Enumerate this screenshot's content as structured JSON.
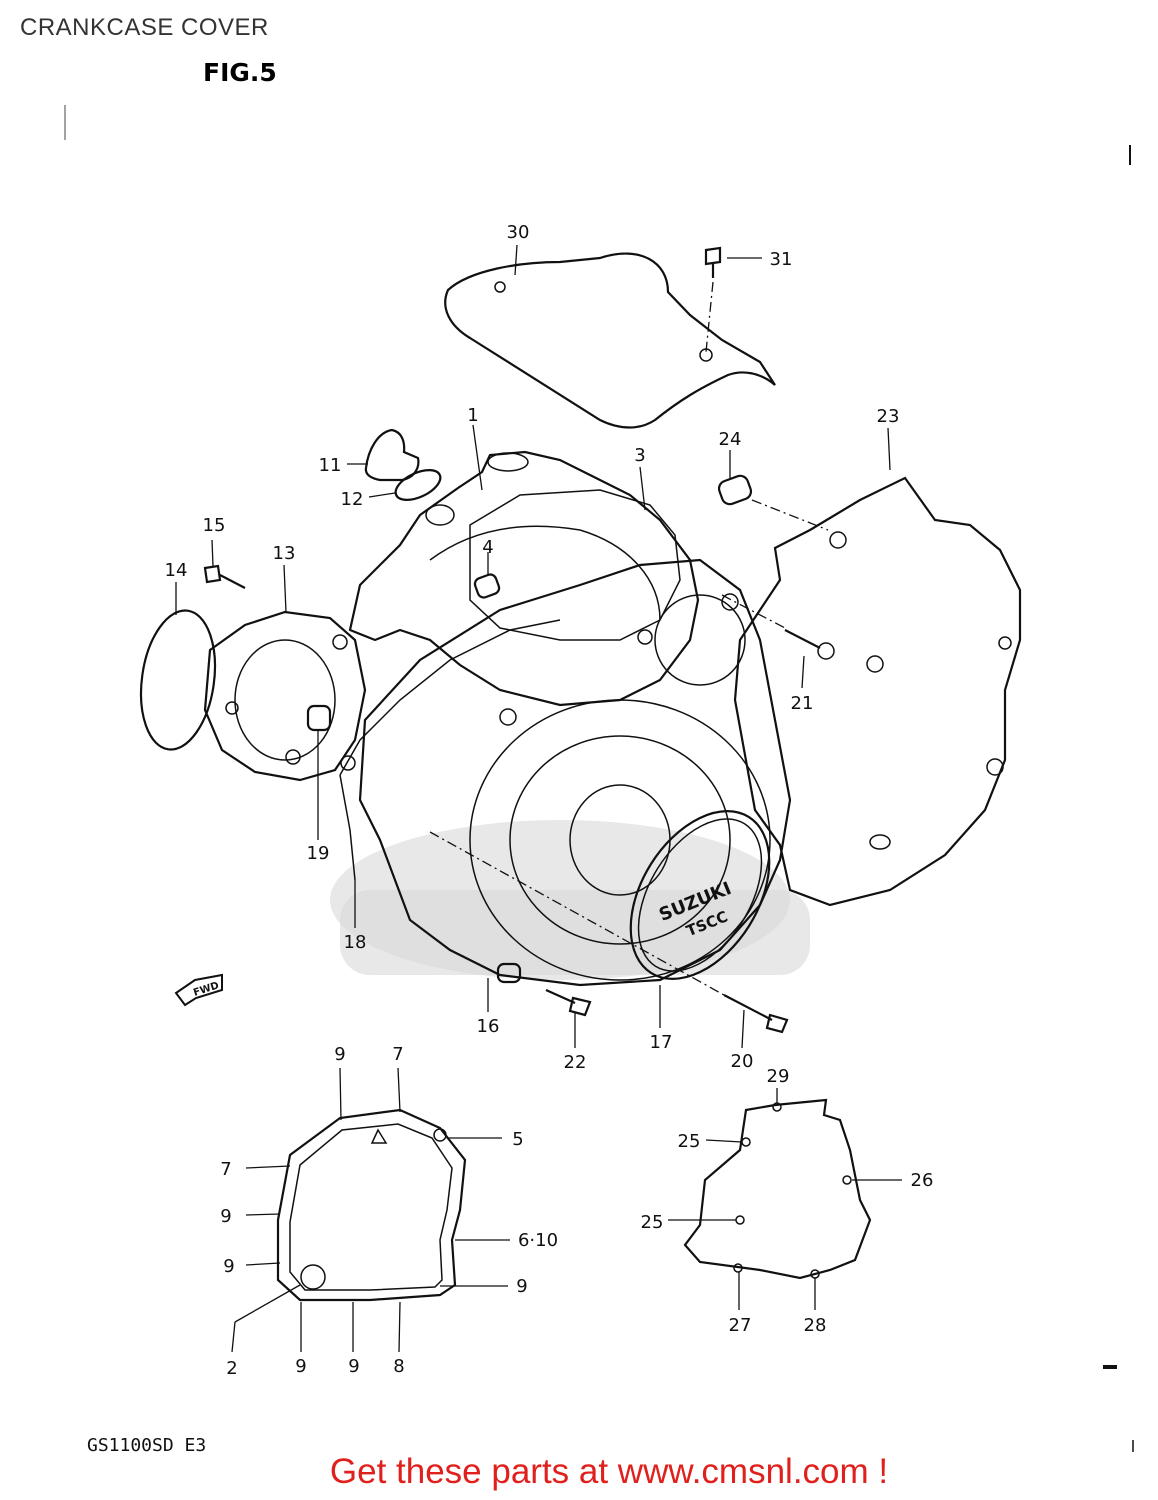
{
  "title": "CRANKCASE COVER",
  "figure": "FIG.5",
  "model_code": "GS1100SD  E3",
  "cta": "Get these parts at www.cmsnl.com !",
  "fwd_label": "FWD",
  "cover_logo": {
    "line1": "SUZUKI",
    "line2": "TSCC"
  },
  "callouts": [
    {
      "id": "c30",
      "text": "30"
    },
    {
      "id": "c31",
      "text": "31"
    },
    {
      "id": "c1",
      "text": "1"
    },
    {
      "id": "c3",
      "text": "3"
    },
    {
      "id": "c11",
      "text": "11"
    },
    {
      "id": "c12",
      "text": "12"
    },
    {
      "id": "c24",
      "text": "24"
    },
    {
      "id": "c23",
      "text": "23"
    },
    {
      "id": "c15",
      "text": "15"
    },
    {
      "id": "c4",
      "text": "4"
    },
    {
      "id": "c14",
      "text": "14"
    },
    {
      "id": "c13",
      "text": "13"
    },
    {
      "id": "c21",
      "text": "21"
    },
    {
      "id": "c19",
      "text": "19"
    },
    {
      "id": "c18",
      "text": "18"
    },
    {
      "id": "c16",
      "text": "16"
    },
    {
      "id": "c22",
      "text": "22"
    },
    {
      "id": "c17",
      "text": "17"
    },
    {
      "id": "c20",
      "text": "20"
    },
    {
      "id": "g9a",
      "text": "9"
    },
    {
      "id": "g7a",
      "text": "7"
    },
    {
      "id": "g5",
      "text": "5"
    },
    {
      "id": "g7b",
      "text": "7"
    },
    {
      "id": "g9b",
      "text": "9"
    },
    {
      "id": "g610",
      "text": "6·10"
    },
    {
      "id": "g9c",
      "text": "9"
    },
    {
      "id": "g9d",
      "text": "9"
    },
    {
      "id": "g2",
      "text": "2"
    },
    {
      "id": "g9e",
      "text": "9"
    },
    {
      "id": "g9f",
      "text": "9"
    },
    {
      "id": "g8",
      "text": "8"
    },
    {
      "id": "s29",
      "text": "29"
    },
    {
      "id": "s25a",
      "text": "25"
    },
    {
      "id": "s26",
      "text": "26"
    },
    {
      "id": "s25b",
      "text": "25"
    },
    {
      "id": "s27",
      "text": "27"
    },
    {
      "id": "s28",
      "text": "28"
    }
  ]
}
